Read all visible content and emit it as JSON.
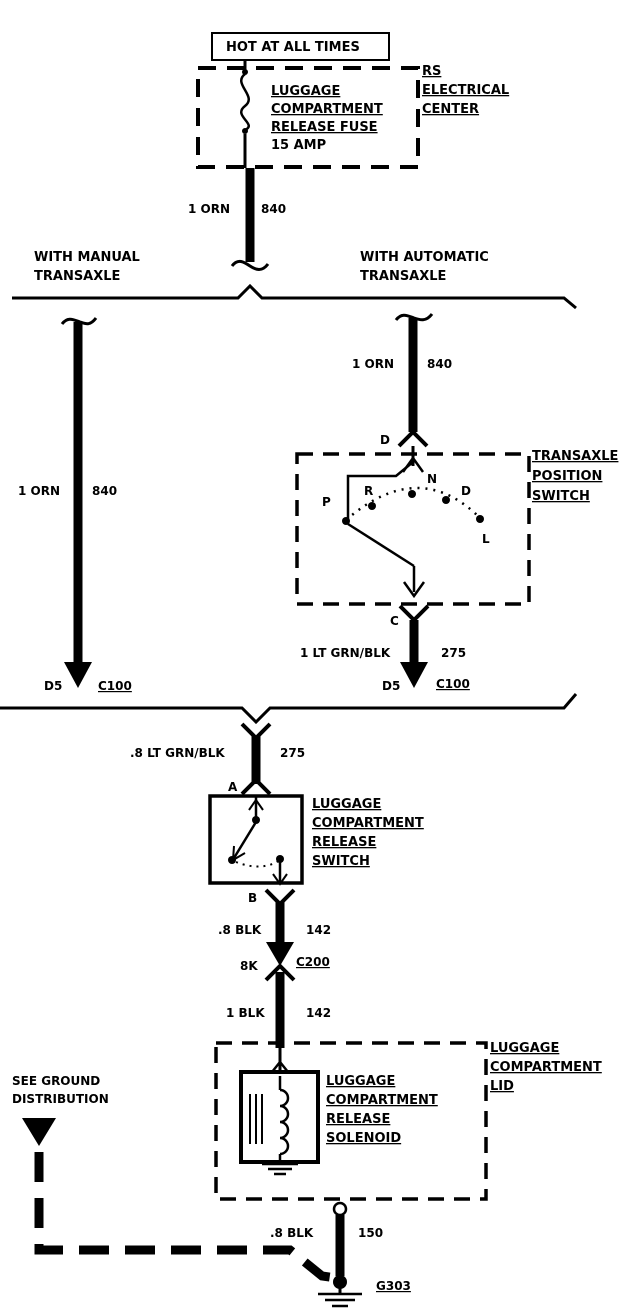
{
  "power_source": "HOT AT ALL TIMES",
  "fuse": {
    "name": [
      "LUGGAGE",
      "COMPARTMENT",
      "RELEASE FUSE"
    ],
    "rating": "15 AMP",
    "location": [
      "RS",
      "ELECTRICAL",
      "CENTER"
    ]
  },
  "wires": {
    "main_feed": {
      "gauge": "1 ORN",
      "circuit": "840"
    },
    "manual_branch": {
      "gauge": "1 ORN",
      "circuit": "840"
    },
    "auto_feed": {
      "gauge": "1 ORN",
      "circuit": "840"
    },
    "tps_output": {
      "gauge": "1 LT GRN/BLK",
      "circuit": "275"
    },
    "switch_feed": {
      "gauge": ".8 LT GRN/BLK",
      "circuit": "275"
    },
    "switch_output": {
      "gauge": ".8 BLK",
      "circuit": "142"
    },
    "solenoid_feed": {
      "gauge": "1 BLK",
      "circuit": "142"
    },
    "ground": {
      "gauge": ".8 BLK",
      "circuit": "150"
    }
  },
  "branches": {
    "manual": [
      "WITH MANUAL",
      "TRANSAXLE"
    ],
    "automatic": [
      "WITH AUTOMATIC",
      "TRANSAXLE"
    ]
  },
  "transaxle_switch": {
    "name": [
      "TRANSAXLE",
      "POSITION",
      "SWITCH"
    ],
    "terminal_in": "D",
    "terminal_out": "C",
    "positions": [
      "P",
      "R",
      "N",
      "D",
      "L"
    ]
  },
  "connectors": {
    "c100_manual": {
      "pin": "D5",
      "name": "C100"
    },
    "c100_auto": {
      "pin": "D5",
      "name": "C100"
    },
    "c200": {
      "pin": "8K",
      "name": "C200"
    },
    "ground": {
      "name": "G303"
    }
  },
  "release_switch": {
    "name": [
      "LUGGAGE",
      "COMPARTMENT",
      "RELEASE",
      "SWITCH"
    ],
    "terminal_in": "A",
    "terminal_out": "B"
  },
  "solenoid": {
    "name": [
      "LUGGAGE",
      "COMPARTMENT",
      "RELEASE",
      "SOLENOID"
    ]
  },
  "lid": {
    "name": [
      "LUGGAGE",
      "COMPARTMENT",
      "LID"
    ]
  },
  "ground_ref": [
    "SEE GROUND",
    "DISTRIBUTION"
  ]
}
